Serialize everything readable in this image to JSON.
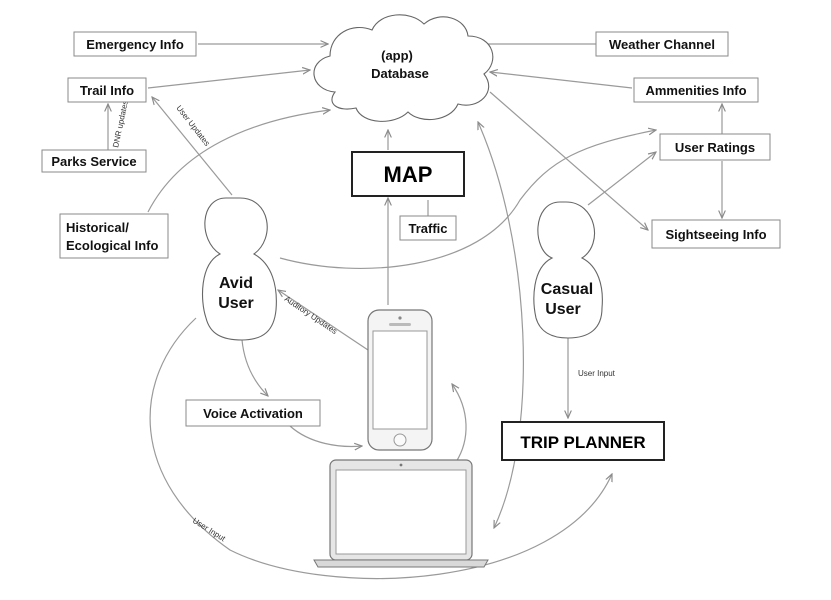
{
  "nodes": {
    "emergency_info": "Emergency Info",
    "trail_info": "Trail Info",
    "parks_service": "Parks Service",
    "historical_line1": "Historical/",
    "historical_line2": "Ecological Info",
    "database_line1": "(app)",
    "database_line2": "Database",
    "weather_channel": "Weather Channel",
    "amenities_info": "Ammenities Info",
    "user_ratings": "User Ratings",
    "sightseeing_info": "Sightseeing Info",
    "map": "MAP",
    "traffic": "Traffic",
    "avid_user_line1": "Avid",
    "avid_user_line2": "User",
    "casual_user_line1": "Casual",
    "casual_user_line2": "User",
    "voice_activation": "Voice Activation",
    "trip_planner": "TRIP PLANNER"
  },
  "edge_labels": {
    "dnr_updates": "DNR updates",
    "user_updates": "User Updates",
    "auditory_updates": "Auditory Updates",
    "user_input_casual": "User Input",
    "user_input_avid": "User Input"
  }
}
